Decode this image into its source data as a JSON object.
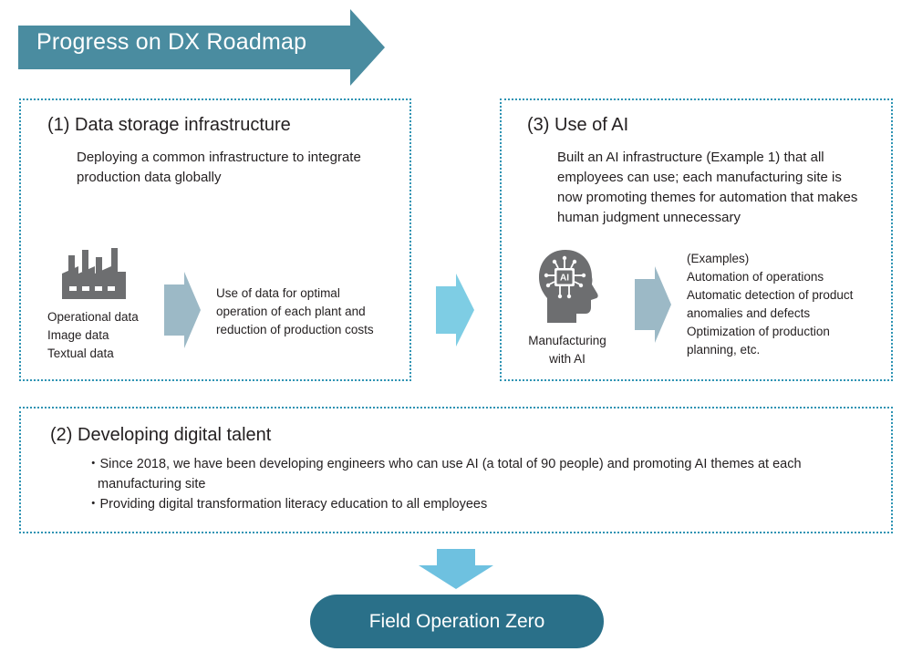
{
  "banner": {
    "title": "Progress on DX Roadmap"
  },
  "panel_data_storage": {
    "heading": "(1) Data storage infrastructure",
    "description": [
      "Deploying a common infrastructure to integrate",
      "production data globally"
    ],
    "data_types": [
      "Operational data",
      "Image data",
      "Textual data"
    ],
    "outcome": [
      "Use of data for optimal",
      "operation of each plant and",
      "reduction of production costs"
    ],
    "icon": "factory-icon"
  },
  "panel_use_of_ai": {
    "heading": "(3) Use of AI",
    "description": [
      "Built an AI infrastructure (Example 1) that all",
      "employees can use; each manufacturing site is",
      "now promoting themes for automation that makes",
      "human judgment unnecessary"
    ],
    "icon": "ai-head-icon",
    "icon_chip_text": "AI",
    "icon_caption": [
      "Manufacturing",
      "with AI"
    ],
    "examples": [
      "(Examples)",
      "Automation of operations",
      "Automatic detection of product",
      "anomalies and defects",
      "Optimization of production",
      "planning, etc."
    ]
  },
  "panel_digital_talent": {
    "heading": "(2) Developing digital talent",
    "bullets": [
      "・Since 2018, we have been developing engineers who can use AI (a total of 90 people) and promoting AI themes at each",
      "manufacturing site",
      "・Providing digital transformation literacy education to all employees"
    ]
  },
  "goal": {
    "label": "Field Operation Zero"
  },
  "colors": {
    "banner": "#4a8ca0",
    "panel_border": "#2e93b3",
    "arrow_gray": "#9cb9c6",
    "arrow_cyan": "#7ecde4",
    "arrow_down": "#6ec1e0",
    "goal_pill": "#2a7089",
    "icon_gray": "#6d6e70"
  }
}
